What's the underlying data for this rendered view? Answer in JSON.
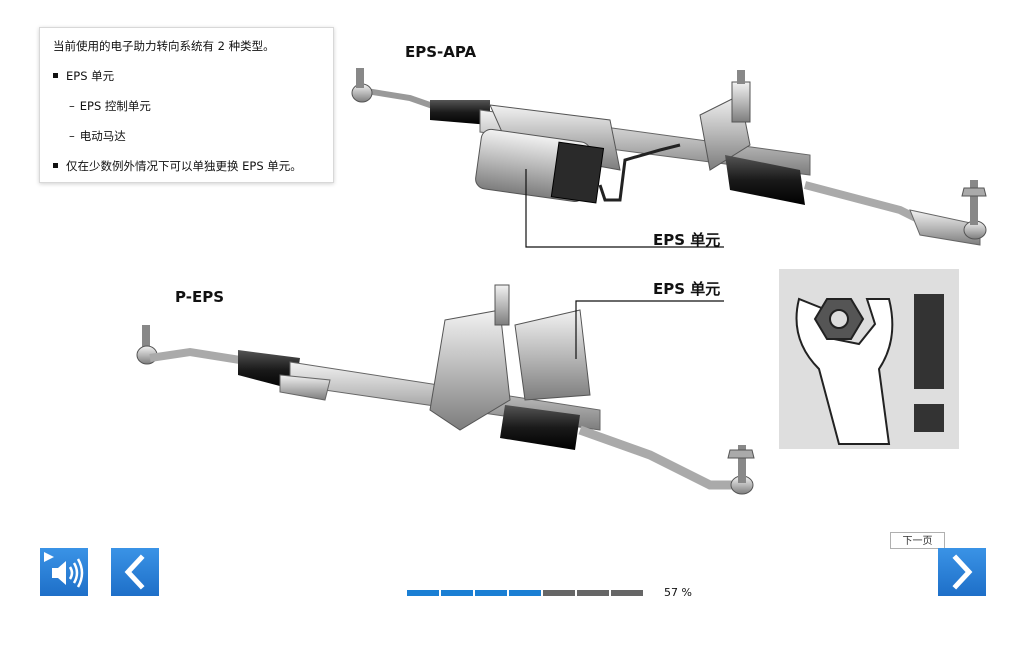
{
  "info": {
    "intro": "当前使用的电子助力转向系统有 2 种类型。",
    "item1": "EPS 单元",
    "sub1": "EPS 控制单元",
    "sub2": "电动马达",
    "item2": "仅在少数例外情况下可以单独更换 EPS 单元。"
  },
  "figures": {
    "top_title": "EPS-APA",
    "top_callout": "EPS 单元",
    "bottom_title": "P-EPS",
    "bottom_callout": "EPS 单元"
  },
  "nav": {
    "audio_icon": "speaker-icon",
    "back_icon": "chevron-left-icon",
    "next_icon": "chevron-right-icon",
    "next_tooltip": "下一页"
  },
  "progress": {
    "percent": 57,
    "label": "57  %",
    "segments_total": 7,
    "segments_done": 4,
    "color_done": "#1a7fd4",
    "color_todo": "#666666"
  },
  "colors": {
    "accent": "#2a85dc",
    "warning_bg": "#dedede",
    "warning_mark": "#333333"
  }
}
